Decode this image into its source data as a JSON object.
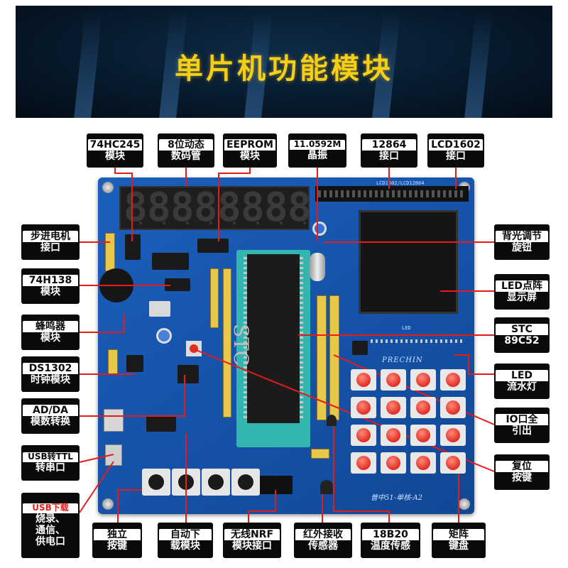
{
  "banner": {
    "title": "单片机功能模块"
  },
  "board": {
    "brand": "PRECHIN",
    "model": "普中51-单核-A2",
    "mcu_marking": "STC",
    "lcd_silk": "LCD1602/LCD12864",
    "led_silk": "LED",
    "colors": {
      "board": "#1552a8",
      "socket": "#33b5b0",
      "key_red": "#e02d22",
      "header_gold": "#e7c84a"
    }
  },
  "labels": {
    "top": [
      {
        "line1": "74HC245",
        "line2": "模块"
      },
      {
        "line1": "8位动态",
        "line2": "数码管"
      },
      {
        "line1": "EEPROM",
        "line2": "模块"
      },
      {
        "line1": "11.0592M",
        "line2": "晶振"
      },
      {
        "line1": "12864",
        "line2": "接口"
      },
      {
        "line1": "LCD1602",
        "line2": "接口"
      }
    ],
    "left": [
      {
        "line1": "步进电机",
        "line2": "接口"
      },
      {
        "line1": "74H138",
        "line2": "模块"
      },
      {
        "line1": "蜂鸣器",
        "line2": "模块"
      },
      {
        "line1": "DS1302",
        "line2": "时钟模块"
      },
      {
        "line1": "AD/DA",
        "line2": "模数转换"
      },
      {
        "line1": "USB转TTL",
        "line2": "转串口"
      },
      {
        "line1": "USB下载",
        "line2": "烧录、",
        "line3": "通信、",
        "line4": "供电口"
      }
    ],
    "right": [
      {
        "line1": "背光调节",
        "line2": "旋钮"
      },
      {
        "line1": "LED点阵",
        "line2": "显示屏"
      },
      {
        "line1": "STC",
        "line2": "89C52"
      },
      {
        "line1": "LED",
        "line2": "流水灯"
      },
      {
        "line1": "IO口全",
        "line2": "引出"
      },
      {
        "line1": "复位",
        "line2": "按键"
      }
    ],
    "bottom": [
      {
        "line1": "独立",
        "line2": "按键"
      },
      {
        "line1": "自动下",
        "line2": "载模块"
      },
      {
        "line1": "无线NRF",
        "line2": "模块接口"
      },
      {
        "line1": "红外接收",
        "line2": "传感器"
      },
      {
        "line1": "18B20",
        "line2": "温度传感"
      },
      {
        "line1": "矩阵",
        "line2": "键盘"
      }
    ]
  }
}
